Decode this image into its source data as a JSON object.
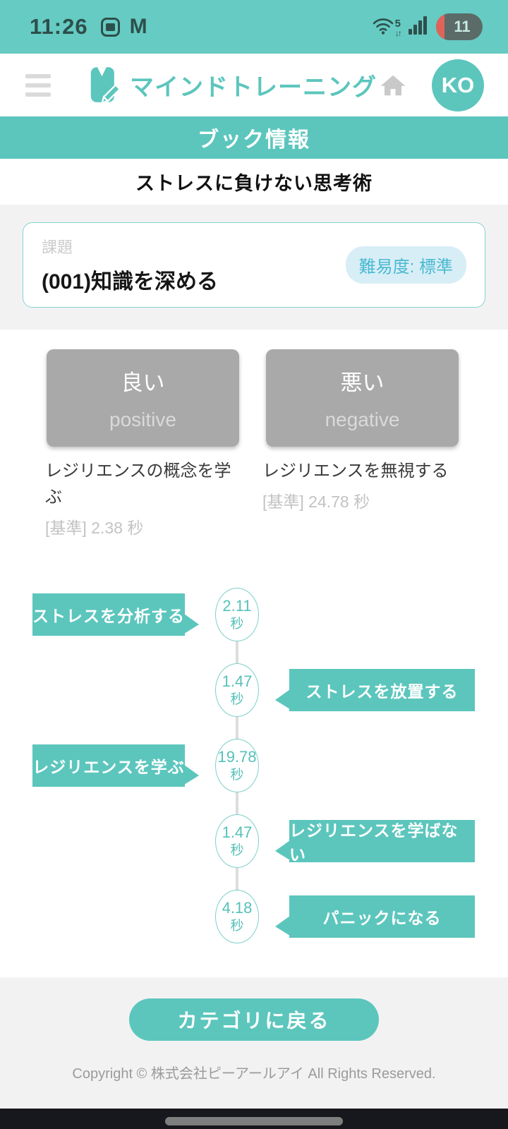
{
  "status_bar": {
    "time": "11:26",
    "gmail_glyph": "M",
    "wifi_generation": "5",
    "wifi_arrows": "↓↑",
    "battery_level": "11"
  },
  "header": {
    "app_title": "マインドトレーニング",
    "avatar_initials": "KO"
  },
  "banner": {
    "title": "ブック情報"
  },
  "book": {
    "title": "ストレスに負けない思考術"
  },
  "task_card": {
    "label": "課題",
    "name": "(001)知識を深める",
    "difficulty_badge": "難易度: 標準"
  },
  "choices": {
    "positive": {
      "label": "良い",
      "sublabel": "positive",
      "description": "レジリエンスの概念を学ぶ",
      "baseline": "[基準] 2.38 秒"
    },
    "negative": {
      "label": "悪い",
      "sublabel": "negative",
      "description": "レジリエンスを無視する",
      "baseline": "[基準] 24.78 秒"
    }
  },
  "timeline": [
    {
      "side": "left",
      "label": "ストレスを分析する",
      "seconds": "2.11",
      "unit": "秒"
    },
    {
      "side": "right",
      "label": "ストレスを放置する",
      "seconds": "1.47",
      "unit": "秒"
    },
    {
      "side": "left",
      "label": "レジリエンスを学ぶ",
      "seconds": "19.78",
      "unit": "秒"
    },
    {
      "side": "right",
      "label": "レジリエンスを学ばない",
      "seconds": "1.47",
      "unit": "秒"
    },
    {
      "side": "right",
      "label": "パニックになる",
      "seconds": "4.18",
      "unit": "秒"
    }
  ],
  "footer": {
    "back_button": "カテゴリに戻る",
    "copyright": "Copyright © 株式会社ピーアールアイ All Rights Reserved."
  },
  "colors": {
    "primary_teal": "#5cc6bd",
    "status_bar_teal": "#66cbc3",
    "badge_bg": "#d8eef6",
    "badge_text": "#4ab9d1",
    "choice_gray": "#a9a9a9"
  }
}
